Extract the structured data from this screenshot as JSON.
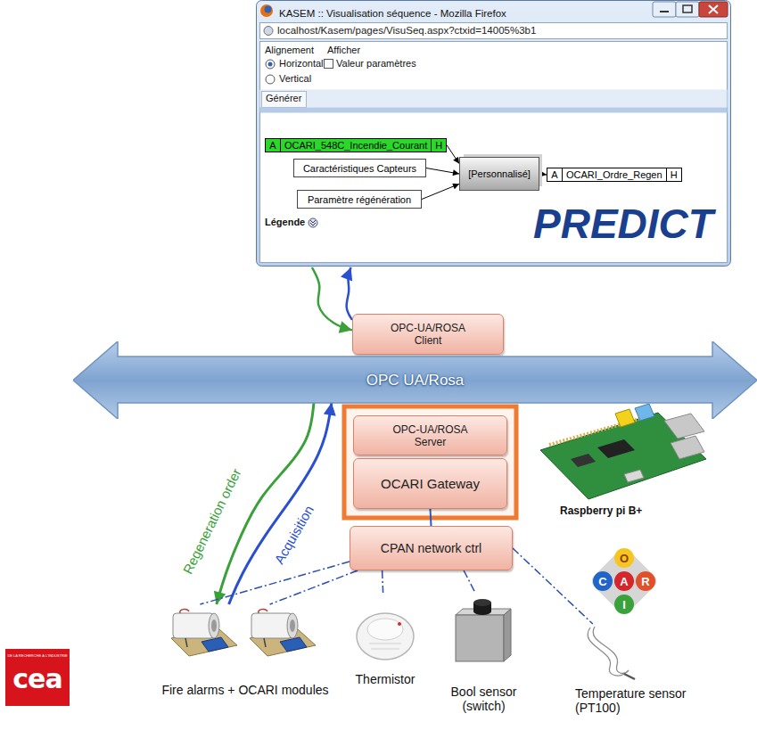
{
  "diagram": {
    "nodes": [
      {
        "text": [
          "KASEM :: Visualisation séquence - Mozilla Firefox"
        ]
      },
      {
        "text": [
          "A",
          "OCARI_548C_Incendie_Courant",
          "H"
        ],
        "in": 0
      },
      {
        "text": [
          "Caractéristiques Capteurs"
        ],
        "in": 0
      },
      {
        "text": [
          "Paramètre régénération"
        ],
        "in": 0
      },
      {
        "text": [
          "[Personnalisé]"
        ],
        "in": 0
      },
      {
        "text": [
          "A",
          "OCARI_Ordre_Regen",
          "H"
        ],
        "in": 0
      },
      {
        "text": [
          "OPC-UA/ROSA Client"
        ]
      },
      {
        "text": [
          "OPC UA/Rosa"
        ]
      },
      {
        "text": [
          "OPC-UA/ROSA Server"
        ]
      },
      {
        "text": [
          "OCARI Gateway"
        ]
      },
      {
        "text": [
          "CPAN network ctrl"
        ]
      },
      {
        "text": [
          "Fire alarms + OCARI modules"
        ]
      },
      {
        "text": [
          "Thermistor"
        ]
      },
      {
        "text": [
          "Bool sensor (switch)"
        ]
      },
      {
        "text": [
          "Temperature sensor (PT100)"
        ]
      },
      {
        "text": [
          "O"
        ]
      },
      {
        "text": [
          "C"
        ]
      },
      {
        "text": [
          "A"
        ]
      },
      {
        "text": [
          "R"
        ]
      },
      {
        "text": [
          "I"
        ]
      },
      {
        "text": [
          "DE LA RECHERCHE À L'INDUSTRIE",
          "cea"
        ]
      }
    ],
    "edges": [
      {
        "from": 1,
        "to": 4,
        "arrow": "to"
      },
      {
        "from": 2,
        "to": 4,
        "arrow": "to"
      },
      {
        "from": 3,
        "to": 4,
        "arrow": "to"
      },
      {
        "from": 4,
        "to": 5,
        "arrow": "to"
      },
      {
        "from": 0,
        "to": 6,
        "arrow": "to"
      },
      {
        "from": 6,
        "to": 0,
        "arrow": "to"
      },
      {
        "from": 7,
        "to": 11,
        "label": "Regeneration order",
        "arrow": "to"
      },
      {
        "from": 11,
        "to": 7,
        "label": "Acquisition",
        "arrow": "to"
      },
      {
        "from": 9,
        "to": 10,
        "arrow": "none"
      },
      {
        "from": 10,
        "to": 11,
        "arrow": "none"
      },
      {
        "from": 10,
        "to": 11,
        "arrow": "none"
      },
      {
        "from": 10,
        "to": 12,
        "arrow": "none"
      },
      {
        "from": 10,
        "to": 13,
        "arrow": "none"
      },
      {
        "from": 10,
        "to": 14,
        "arrow": "none"
      }
    ],
    "labels": [
      "localhost/Kasem/pages/VisuSeq.aspx?ctxid=14005%3b1",
      "Alignement",
      "Afficher",
      "Horizontal",
      "Valeur paramètres",
      "Vertical",
      "Générer",
      "Légende",
      "PREDICT",
      "Raspberry pi B+"
    ]
  }
}
